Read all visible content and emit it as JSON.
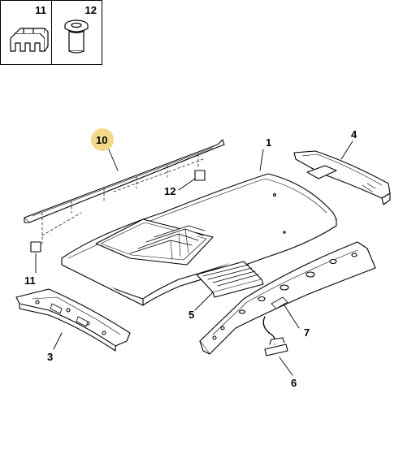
{
  "legend": {
    "items": [
      {
        "number": "11",
        "icon": "clip-icon"
      },
      {
        "number": "12",
        "icon": "plug-icon"
      }
    ]
  },
  "callouts": {
    "c1": "1",
    "c3": "3",
    "c4": "4",
    "c5": "5",
    "c6": "6",
    "c7": "7",
    "c10": "10",
    "c11": "11",
    "c12": "12"
  },
  "colors": {
    "line": "#000000",
    "highlight": "#f5d98a",
    "fill": "#ffffff"
  }
}
